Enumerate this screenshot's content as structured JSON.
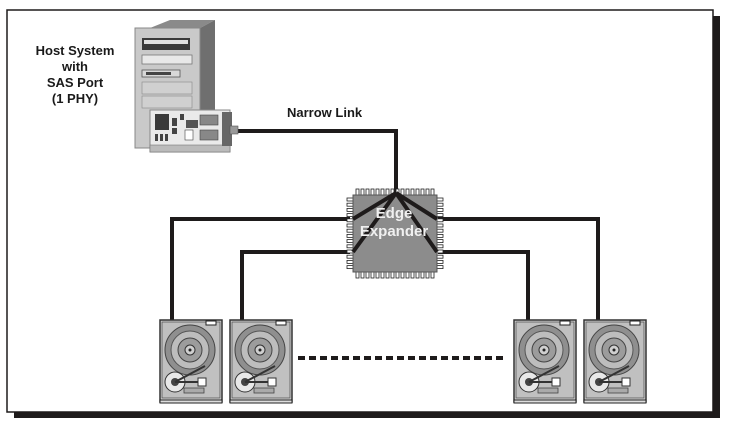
{
  "diagram": {
    "host": {
      "label_lines": [
        "Host System",
        "with",
        "SAS Port",
        "(1 PHY)"
      ]
    },
    "link": {
      "label": "Narrow Link"
    },
    "expander": {
      "label_lines": [
        "Edge",
        "Expander"
      ]
    },
    "drives": {
      "count_shown": 4,
      "ellipsis": "dashed-line"
    },
    "colors": {
      "line": "#1e1b1b",
      "frame": "#1e1b1b",
      "chip_fill": "#8c8c8c",
      "chip_text": "#f0f0f0",
      "drive_body": "#c8c8c8",
      "platter": "#9a9a9a",
      "background": "#ffffff"
    }
  }
}
